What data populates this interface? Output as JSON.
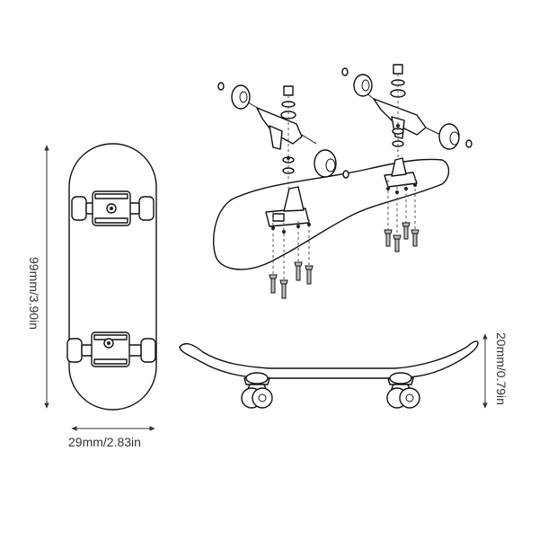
{
  "dimensions": {
    "width_label": "29mm/2.83in",
    "length_label": "99mm/3.90in",
    "height_label": "20mm/0.79in"
  },
  "colors": {
    "line": "#111111",
    "dimension_line": "#333333",
    "background": "#ffffff"
  }
}
